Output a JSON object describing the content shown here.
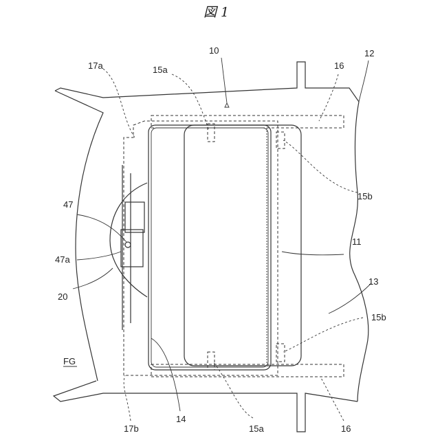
{
  "figure_title": "図 1",
  "labels": {
    "l10": "10",
    "l12": "12",
    "l17a": "17a",
    "l15a_top": "15a",
    "l16_top": "16",
    "l15b_top": "15b",
    "l47": "47",
    "l11": "11",
    "l47a": "47a",
    "l13": "13",
    "l20": "20",
    "l15b_bottom": "15b",
    "lFG": "FG",
    "l17b": "17b",
    "l14": "14",
    "l15a_bottom": "15a",
    "l16_bottom": "16"
  }
}
